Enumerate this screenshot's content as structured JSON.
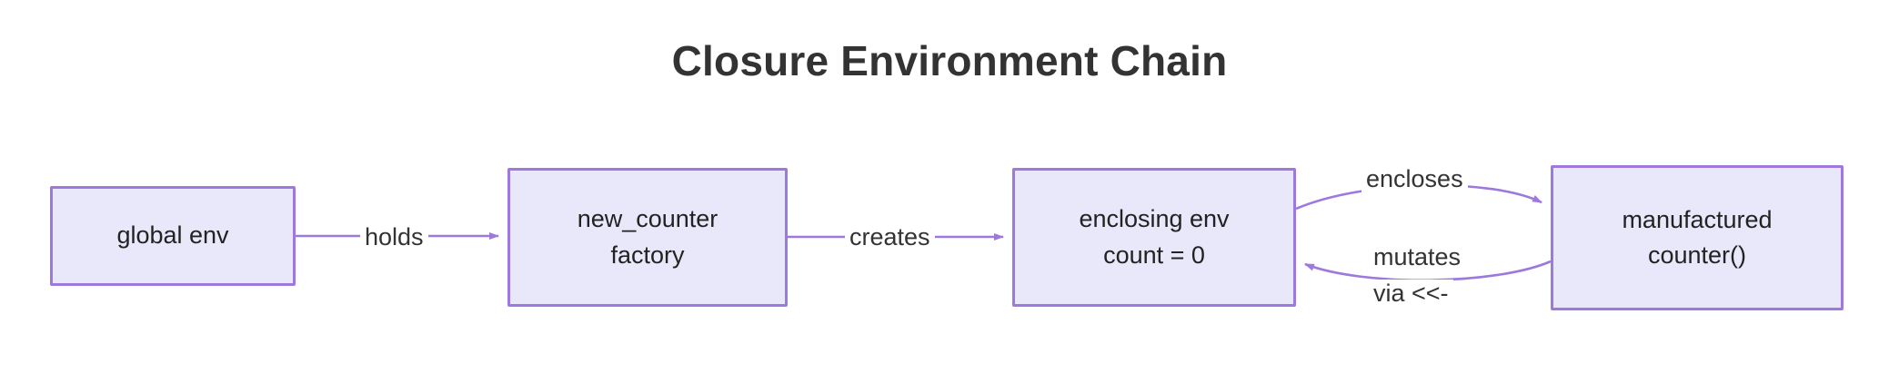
{
  "diagram": {
    "title": "Closure Environment Chain",
    "type": "flowchart",
    "direction": "left-to-right",
    "colors": {
      "node_fill": "#e9e8fb",
      "node_border": "#9d78dd",
      "edge_stroke": "#9d78dd",
      "text": "#222222",
      "title_text": "#333333",
      "background": "#ffffff"
    },
    "nodes": [
      {
        "id": "global-env",
        "lines": [
          "global env"
        ]
      },
      {
        "id": "factory",
        "lines": [
          "new_counter",
          "factory"
        ]
      },
      {
        "id": "enclosing",
        "lines": [
          "enclosing env",
          "count = 0"
        ]
      },
      {
        "id": "manufactured",
        "lines": [
          "manufactured",
          "counter()"
        ]
      }
    ],
    "edges": [
      {
        "id": "holds",
        "from": "global-env",
        "to": "factory",
        "label_lines": [
          "holds"
        ],
        "arrow": "to",
        "shape": "straight"
      },
      {
        "id": "creates",
        "from": "factory",
        "to": "enclosing",
        "label_lines": [
          "creates"
        ],
        "arrow": "to",
        "shape": "straight"
      },
      {
        "id": "encloses",
        "from": "enclosing",
        "to": "manufactured",
        "label_lines": [
          "encloses"
        ],
        "arrow": "to",
        "shape": "curved"
      },
      {
        "id": "mutates",
        "from": "manufactured",
        "to": "enclosing",
        "label_lines": [
          "mutates",
          "via <<-"
        ],
        "arrow": "to",
        "shape": "curved"
      }
    ]
  }
}
